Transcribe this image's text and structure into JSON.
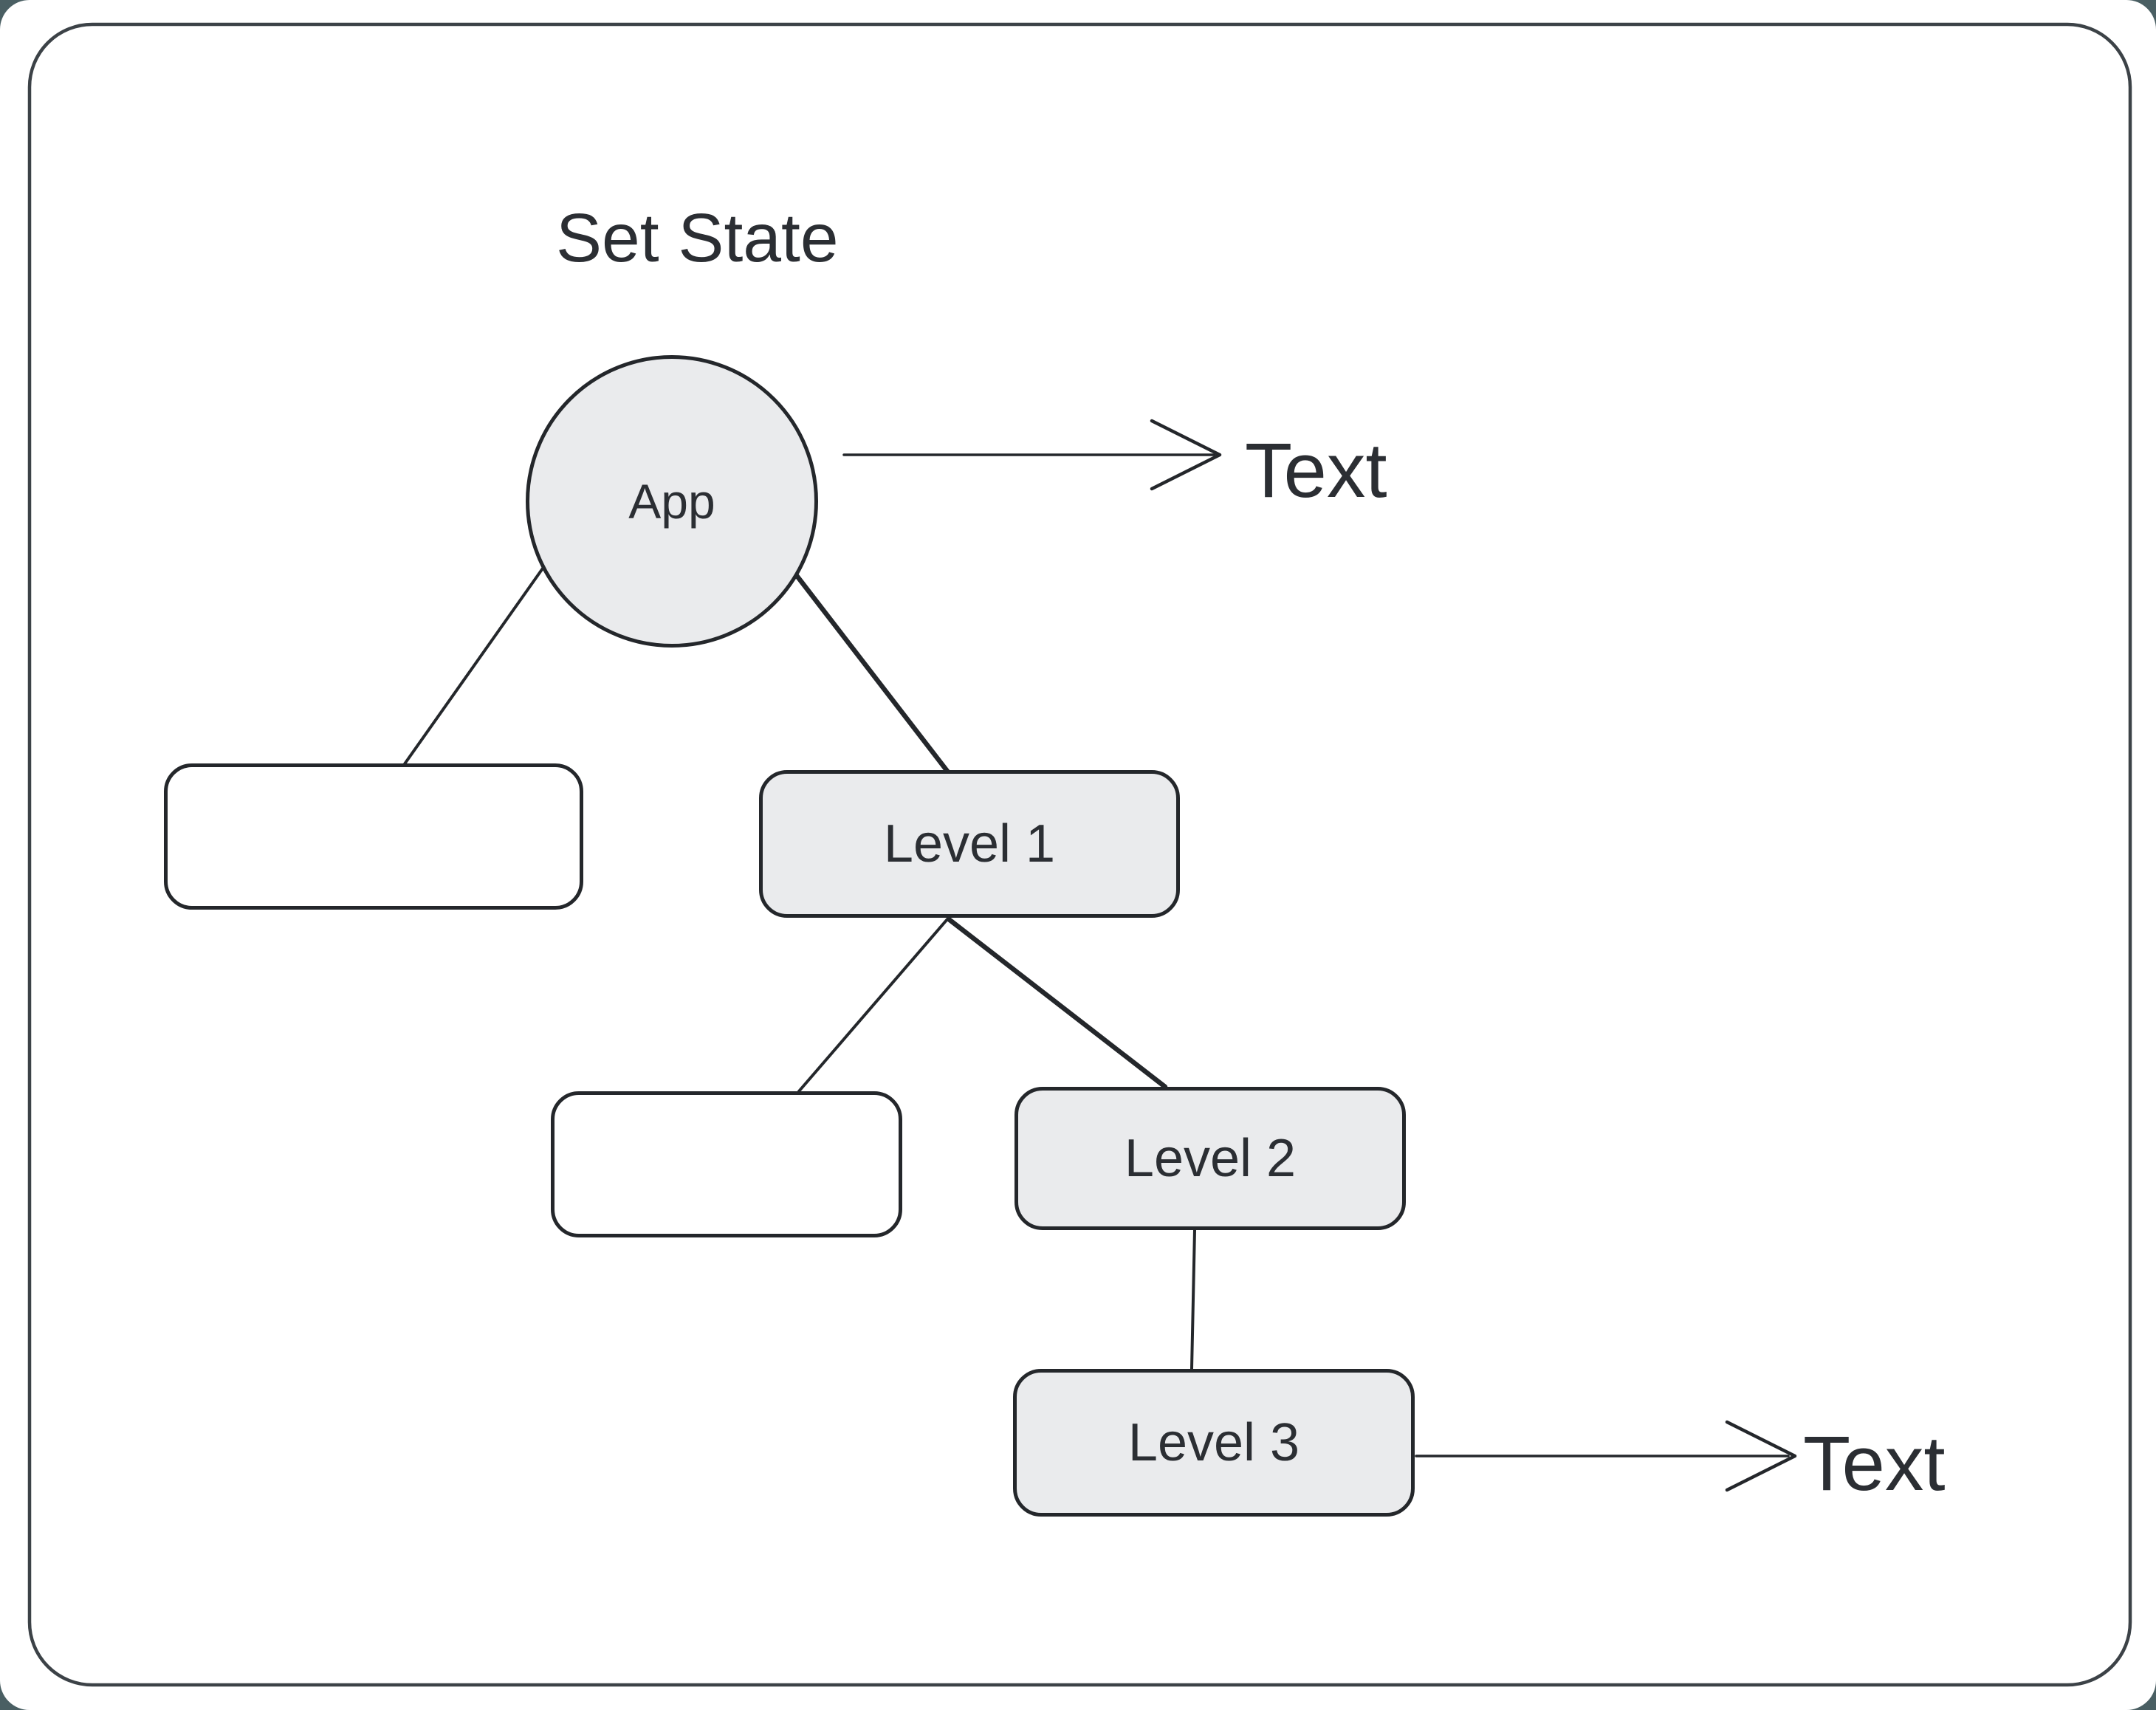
{
  "diagram": {
    "title": "Set State",
    "nodes": {
      "app": {
        "label": "App"
      },
      "level1": {
        "label": "Level 1"
      },
      "level2": {
        "label": "Level 2"
      },
      "level3": {
        "label": "Level 3"
      },
      "blank_left": {
        "label": ""
      },
      "blank_middle": {
        "label": ""
      }
    },
    "annotations": {
      "text1": "Text",
      "text2": "Text"
    }
  },
  "colors": {
    "backdrop": "#4a5f63",
    "canvas": "#ffffff",
    "frame_stroke": "#3c4247",
    "shape_stroke": "#24272b",
    "node_fill_gray": "#eaebed",
    "node_fill_white": "#ffffff",
    "text_color": "#2b2e33"
  }
}
